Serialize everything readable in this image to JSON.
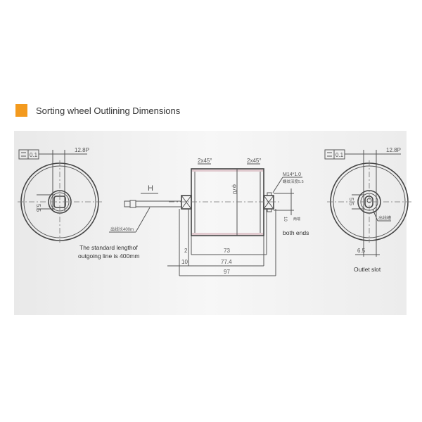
{
  "header": {
    "title": "Sorting wheel Outlining Dimensions",
    "accent_color": "#f39a1e"
  },
  "drawing": {
    "left_view": {
      "tolerance": "0.1",
      "dimension_top": "12.8P",
      "dimension_hub": "5.5"
    },
    "side_view": {
      "direction_label": "H",
      "wire_label": "出线长400m",
      "chamfer_left": "2x45°",
      "chamfer_right": "2x45°",
      "diameter": "φ70",
      "thread": "M14*1.0",
      "thread_note": "螺纹深度5.5",
      "flat": "10",
      "flat_note": "两端",
      "dim_2": "2",
      "dim_73": "73",
      "dim_10": "10",
      "dim_774": "77.4",
      "dim_97": "97",
      "both_ends": "both ends",
      "note_line1": "The standard lengthof",
      "note_line2": "outgoing line is 400mm"
    },
    "right_view": {
      "tolerance": "0.1",
      "dimension_top": "12.8P",
      "dimension_hub": "5.5",
      "slot_label": "出线槽",
      "slot_width": "6.5",
      "caption": "Outlet slot"
    }
  }
}
